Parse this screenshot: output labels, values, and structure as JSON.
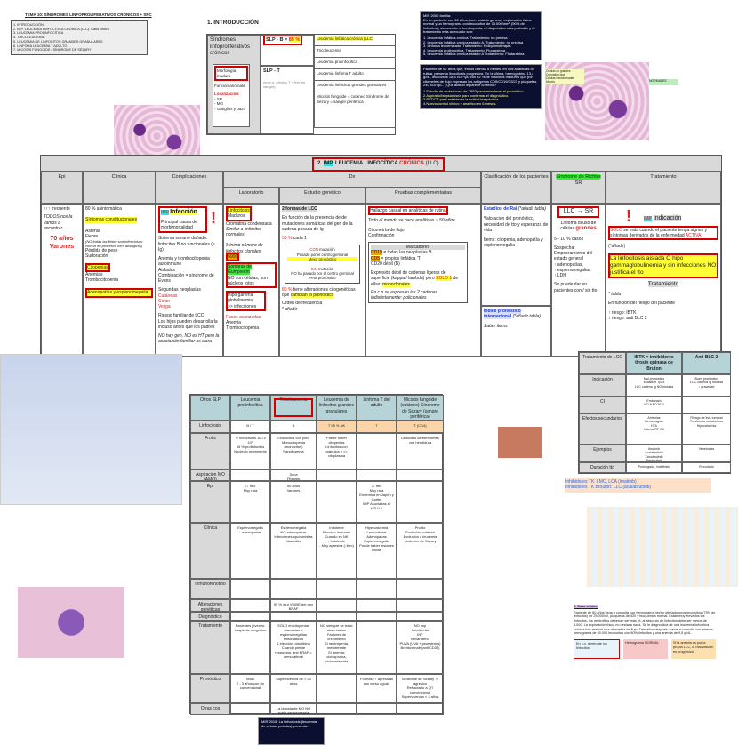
{
  "header": {
    "title": "TEMA 10: SÍNDROMES LINFOPROLIFERATIVOS CRÓNICOS + SPC",
    "index": [
      "1. INTRODUCCIÓN",
      "2. IMP. LEUCEMIA LINFOCÍTICA CRÓNICA (LLC). Caso clínico",
      "3. LEUCEMIA PROLINFOCÍTICA",
      "4. TRICOLEUCEMIA",
      "5. LEUCEMIA DE LINFOCITOS GRANDES GRANULARES",
      "6. LINFOMA LEUCEMIA T ADULTO",
      "7. MICOSIS FUNGOIDE / SÍNDROME DE SÉZARY"
    ]
  },
  "intro": {
    "heading": "1. INTRODUCCIÓN",
    "slpc_title": "Síndromes linfoproliferativos crónicos",
    "morfologia": "Morfología madura",
    "funcion": "Función anómala",
    "localizacion": "Localización:",
    "loc_items": "- SP\n- MO\n- Ganglios y bazo",
    "slp_b": "SLP - B =",
    "slp_b_pct": "85 %",
    "slp_t": "SLP - T",
    "slp_t_note": "(en c.n: células T + frec en sangre)",
    "list": [
      "Leucemia linfática crónica (LLC)",
      "Tricoleucemia",
      "Leucemia prolinfocítica",
      "Leucemia linfoma T adulto",
      "Leucemia linfocitos grandes granulares",
      "Micosis fungoide = cutáneo Síndrome de Sézary = sangre periférica"
    ]
  },
  "mir1": {
    "title": "MIR 2000 familia:",
    "text": "En un paciente con 60 años, buen estado general, exploración física normal y un hemograma con leucocitos de 70.000/mm³ (90% de linfocitos), sin anemia ni trombopenia, el diagnóstico más probable y el tratamiento más adecuado son:",
    "options": [
      "1. Leucemia linfática crónica. Tratamiento: no precisa",
      "2. Leucemia linfática crónica estadio A. Tratamiento: no precisa",
      "3. Linfoma leucemizado. Tratamiento: Poliquimioterapia",
      "4. Leucemia prolinfocítica. Tratamiento: Fludarabina",
      "5. Leucemia linfática crónica estadio A Tratamiento: Fludarabina"
    ]
  },
  "mir2": {
    "text": "Paciente de 67 años que, en los últimos 6 meses, en dos analíticas de rutina, presenta linfocitosis progresiva. En la última, hemoglobina 13,4 g/dL, leucocitos 18,5 x10⁹/µL con 82 % de linfocitos maduros que por citometría de flujo expresan los antígenos CD5/CD19/CD23 y plaquetas 240 x10⁹/µL. ¿Qué actitud le parece correcta?",
    "options": [
      "1.Estudio de mutaciones de TP53 para establecer el pronóstico.",
      "2.Aspirado/biopsia ósea para confirmar el diagnóstico.",
      "3.PET/CT para establecer la actitud terapéutica.",
      "4.Nuevo control clínico y analítico en 6 meses."
    ]
  },
  "micro": {
    "note": "Células no grandes\nCromatina laxa\nCélulas transformadas\nMitosis",
    "normales": "NORMALES"
  },
  "llc": {
    "title_imp": "IMP.",
    "title": "2.",
    "title_main": "LEUCEMIA LINFOCÍTICA",
    "title_red": "CRÓNICA",
    "title_end": "(LLC)",
    "cols": {
      "epi": "Epi",
      "clinica": "Clínica",
      "complicaciones": "Complicaciones",
      "dx": "Dx",
      "laboratorio": "Laboratorio",
      "genetico": "Estudio genético",
      "pruebas": "Pruebas complementarias",
      "clasificacion": "Clasificación de los pacientes",
      "richter": "Síndrome de Richter",
      "richter_abbr": "SR",
      "tratamiento": "Tratamiento"
    },
    "epi": {
      "freq": "↑↑↑ frecuente",
      "todos": "TODOS nos la vamos a encontrar",
      "age": "70 años Varones"
    },
    "clinica": {
      "asint": "80 % asintomática",
      "sint": "Síntomas constitucionales",
      "sint_list": "Astenia\nFiebre",
      "fiebre_note": "(NO todas las fiebre son infecciosas: común en procesos hem atológicos)",
      "sint_list2": "Pérdida de peso\nSudoración",
      "citopenias": "Citopenias",
      "cito_list": "Anemias\nTrombocitopenia",
      "adeno": "Adenopatías y esplenomegalia"
    },
    "complicaciones": {
      "imp": "IMP",
      "infeccion": "Infección",
      "causa": "Principal causa de morbimortalidad",
      "inmune": "Sistema inmune dañado: linfocitos B no funcionales (< Ig)",
      "anemia": "Anemia y trombocitopenia autoinmune\nAisladas\nCombinación = síndrome de Evans",
      "neoplasias": "Segundas neoplasias",
      "neo_list": "Cutáneas\nColon\nVejiga",
      "familiar": "Riesgo familiar de LCC\nLos hijos pueden desarrollarla incluso antes que los padres",
      "nohay": "NO hay gen, NO es HT pero la asociación familiar es clara"
    },
    "laboratorio": {
      "linfocitosis": "Linfocitosis",
      "maduros": "Maduros",
      "cromatina": "Cromatina condensada",
      "similar": "Similar a linfocitos normales",
      "minimo": "Mínimo número de linfocitos clonales:",
      "minimo_val": "5000",
      "sombras": "Sombras de Gumprecht",
      "sombras_desc": "NO son células, son núcleos rotos",
      "hipo": "Hipo gamma globulinemia\n>> infecciones",
      "fases": "Fases avanzadas",
      "fases_list": "Anemia\nTrombocitopenia"
    },
    "genetico": {
      "formas": "2 formas de LCC",
      "funcion": "En función de la presencia de de mutaciones somáticas del gen de la cadena pesada de Ig",
      "pct": "50 %",
      "cada": "cada 1",
      "con": "CON",
      "con_t": "mutación",
      "con_d": "Pasado por el centro germinal",
      "con_p": "Mejor pronóstico",
      "sin": "SIN",
      "sin_t": "mutación",
      "sin_d": "NO ha pasado por el centro germinal",
      "sin_p": "Peor pronóstico",
      "ochenta": "80 %",
      "alter": "tiene alteraciones citogenéticas que",
      "cambian": "cambian el pronóstico",
      "orden": "Orden de frecuencia\n* añadir"
    },
    "pruebas": {
      "hallazgo": "Hallazgo casual en analíticas de rutina",
      "todo": "Todo el mundo se hace analíticas > 50 años",
      "citometria": "Citometría de flujo\nConfirmación",
      "marcadores": "Marcadores",
      "cd19": "CD19",
      "cd19_t": "= todas las neoplasias B",
      "cd5": "CD5",
      "cd5_t": "= propios linfática 'T'",
      "cd20": "CD20 débil (B)",
      "expresion": "Expresión débil de cadenas ligeras de superficie (kappa / lambda) pero",
      "solo1": "SOLO 1",
      "solo1_t": "de ellas:",
      "mono": "monoclonales",
      "cn": "En c.n se expresan las 2 cadenas indistintamente: policlonales"
    },
    "clasificacion": {
      "rai": "Estadios de Rai",
      "rai_note": "(*añadir tabla)",
      "valoracion": "Valoración del pronóstico, necesidad de tto y esperanza de vida",
      "items": "Items: citopenia, adenopatía y esplenomegalia",
      "indice": "Índice pronóstico internacional",
      "indice_note": "(*añadir tabla)",
      "saber": "Saber items"
    },
    "richter": {
      "arrow": "LLC → SR",
      "linfoma": "Linfoma difuso de células",
      "grandes": "grandes",
      "casos": "5 - 10 % casos",
      "sospecha": "Sospecha:\nEmpeoramiento del estado general\n↑ adenopatías,\n↑ esplenomegalias\n↑ LDH",
      "dar": "Se puede dar en pacientes con / sin tto"
    },
    "tratamiento": {
      "imp": "IMP",
      "indicacion": "Indicación",
      "solo": "SOLO",
      "solo_t": "se trata cuando el paciente tenga signos y síntomas derivados de la enfermedad",
      "activa": "ACTIVA",
      "anadir": "(*añadir)",
      "aislada": "La linfocitosis aislada O hipo gammaglobulinemia y sin infecciones NO justifica el tto",
      "trat": "Tratamiento",
      "tabla": "* tabla",
      "riesgo": "En función del riesgo del paciente",
      "riesgos": "↑ riesgo: IBTK\n↓ riesgo: anti BLC 2"
    }
  },
  "otros": {
    "header": [
      "Otros SLP",
      "Leucemia prolinfocítica",
      "Tricoleucemia",
      "Leucemia de linfocitos grandes granulares",
      "Linfoma T del adulto",
      "Micosis fungoide (cutáneo) Síndrome de Sézary (sangre periférica)"
    ],
    "rows": [
      {
        "label": "Linfocitosis",
        "cells": [
          "B / T",
          "B",
          "T 95 % NK",
          "T",
          "T (CD4)"
        ]
      },
      {
        "label": "Frotis",
        "cells": [
          "↑↑ linfocitosis 100 x 10⁹\n55 % prolinfocitos\nNucleolo prominente",
          "Leucocitos con pelo\nMonocitopenia (monocitos)\nPancitopenia",
          "Puede haber citopenias\nLinfocitos con gránulos y >> citoplasma",
          "",
          "Linfocitos cerebriformes con hendidura"
        ]
      },
      {
        "label": "Aspiración MO (AMO)",
        "cells": [
          "",
          "Seca\nFibrosis",
          "",
          "",
          ""
        ]
      },
      {
        "label": "Epi",
        "cells": [
          "↓↓ frec\nMuy rara",
          "50 años\nVarones",
          "",
          "↓↓ frec\nMuy rara\nEndémica en Japón y Caribe\nIMP Asociadas al HTLV 1",
          "",
          ""
        ]
      },
      {
        "label": "Clínica",
        "cells": [
          "Esplenomegalia\n↓ adenopatías",
          "Esplenomegalia\nNO adenopatías\nInfecciones oportunistas\nVasculitis",
          "Indolente\nProceso inmunes\nCuando es NK\n- Indolente\n- Muy agresiva (↓frec)",
          "Hipercalcemia\nLeucocitosis\nAdenopatías\nEsplenomegalia\nPuede haber lesiones líticas",
          "Prurito\nEvolución cutánea\nEvolución a leucemia síndrome de Sézary"
        ]
      },
      {
        "label": "Inmunofenotipo",
        "cells": [
          "",
          "",
          "",
          "",
          ""
        ]
      },
      {
        "label": "Alteraciones genéticas",
        "cells": [
          "",
          "95 % mut V600E del gen BRAF",
          "",
          "",
          ""
        ]
      },
      {
        "label": "Diagnóstico",
        "cells": [
          "",
          "",
          "",
          "",
          ""
        ]
      },
      {
        "label": "Tratamiento",
        "cells": [
          "Pacientes jóvenes: trasplante alogénico",
          "SOLO en citopenias marcadas o esplenomegalias sintomáticas\n1 elección: cladribina\nCuando pierde respuesta, anti BRAF = vemurafenib",
          "NO siempre se trata: observación\nFactores de crecimiento\nSi neutropenia, metotrexate\nSi anemia: ciclosporina, ciclofosfamida",
          "",
          "NO imp\nFotoféresis\nINF\nBexaroteno\nPUVA (UVA + psoralenos)\nBrentuximab (anti CD30)"
        ]
      },
      {
        "label": "Pronóstico",
        "cells": [
          "Malo\n2 - 3 años con tto convencional",
          "Supervivencia de > 20 años",
          "",
          "Formas ↑↑ agresivas con curso agudo",
          "Síndrome de Sézary ↑↑ agresivo\nRefractario a QT convencional\nSupervivencia < 3 años"
        ]
      },
      {
        "label": "Otras cos",
        "cells": [
          "",
          "La biopsia de MO NO suele ser necesaria",
          "",
          "",
          ""
        ]
      }
    ]
  },
  "tto_llc": {
    "header": [
      "Tratamiento de LCC",
      "IBTK = inhibidores tirosin quinasa de Bruton",
      "Anti BLC 2"
    ],
    "rows": [
      {
        "label": "Indicación",
        "cells": [
          "Mal pronóstico\nMutación Tp53\nLCC cadena Ig NO mutada",
          "Buen pronóstico\nLCC cadena Ig mutada\n↓ gravedad"
        ]
      },
      {
        "label": "CI",
        "cells": [
          "Embarazo\nNO NACOS !!",
          ""
        ]
      },
      {
        "label": "Efectos secundarios",
        "cells": [
          "Arritmias\nHemorragias\nHTA\nValorar RP CV",
          "Riesgo de lisis tumoral\nTrastornos metabólicos\nHipocalcemia"
        ]
      },
      {
        "label": "Ejemplos",
        "cells": [
          "Ibrutinib\nAcalabrutinib\nZanubrutinib\nPirtobrutinib",
          "Venetoclax"
        ]
      },
      {
        "label": "Duración tto",
        "cells": [
          "Prolongado, indefinido",
          "Recortado"
        ]
      }
    ]
  },
  "inhibidores": [
    "Inhibidores TK: LMC, LCA (imatinib)",
    "Inhibidores TK Brouton: LLC (acalabrutinib)"
  ],
  "caso": {
    "title": "6. Caso clínico:",
    "text": "Paciente de 60 años llega a consulta con hemograma hecho ofertado unos leucocitos (75% de linfocitos) de 25.000/ml, plaquetas de 320 y bioquímica normal. Están muy elevados los linfocitos, los neutrófilos deberían ser más %, al absoluto de linfocitos debe ser menor de 4.000. La exploración física no destaca nada. Se le diagnostica de una leucemia linfocítica crónica tras realizar una citometría de flujo. Tres años después vuelve a consulta con astenia, hemograma de 60.000 leucocitos con 80% linfocitos y una anemia de 9,5 g/dL.",
    "notes": [
      "En c.n. dentro de los linfocitos",
      "Hemograma NORMAL",
      "Si la anemia es por la propia LCC, la maduración es progresiva."
    ]
  },
  "mir3": {
    "text": "MIR 2015: La linfocitosis (leucemia de células peludas) presenta..."
  }
}
